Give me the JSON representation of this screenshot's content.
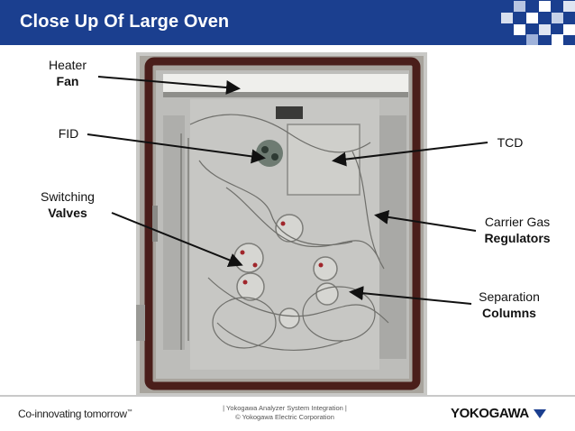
{
  "header": {
    "title": "Close Up Of Large Oven",
    "bar_color": "#1b3f8f"
  },
  "labels": {
    "heater_line1": "Heater",
    "heater_line2": "Fan",
    "fid": "FID",
    "tcd": "TCD",
    "switching_line1": "Switching",
    "switching_line2": "Valves",
    "carrier_line1": "Carrier Gas",
    "carrier_line2": "Regulators",
    "separation_line1": "Separation",
    "separation_line2": "Columns"
  },
  "footer": {
    "tagline": "Co-innovating tomorrow",
    "tagline_tm": "™",
    "center_line1": "| Yokogawa Analyzer System Integration |",
    "center_line2": "© Yokogawa Electric Corporation",
    "logo_text": "YOKOGAWA",
    "logo_icon": "yokogawa-triangle-icon"
  }
}
